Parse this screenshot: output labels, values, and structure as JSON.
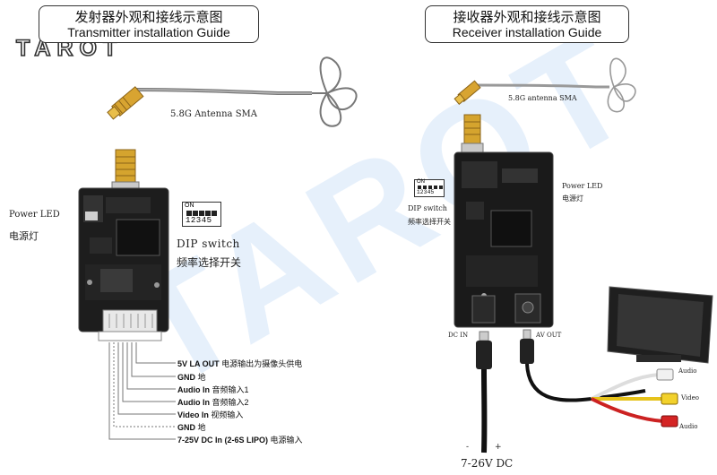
{
  "transmitter": {
    "title_cn": "发射器外观和接线示意图",
    "title_en": "Transmitter installation Guide",
    "antenna_label": "5.8G Antenna SMA",
    "power_led_en": "Power LED",
    "power_led_cn": "电源灯",
    "dip_on": "ON",
    "dip_numbers": "12345",
    "dip_switch_en": "DIP switch",
    "dip_switch_cn": "频率选择开关",
    "pins": [
      {
        "en": "5V LA OUT",
        "cn": "电源输出为摄像头供电"
      },
      {
        "en": "GND",
        "cn": "地"
      },
      {
        "en": "Audio In",
        "cn": "音频输入1"
      },
      {
        "en": "Audio In",
        "cn": "音频输入2"
      },
      {
        "en": "Video In",
        "cn": "视频输入"
      },
      {
        "en": "GND",
        "cn": "地"
      },
      {
        "en": "7-25V DC In (2-6S LIPO)",
        "cn": "电源输入"
      }
    ]
  },
  "receiver": {
    "title_cn": "接收器外观和接线示意图",
    "title_en": "Receiver installation Guide",
    "antenna_label": "5.8G antenna SMA",
    "power_led_en": "Power LED",
    "power_led_cn": "电源灯",
    "dip_on": "ON",
    "dip_numbers": "12345",
    "dip_switch_en": "DIP switch",
    "dip_switch_cn": "频率选择开关",
    "dc_in": "DC IN",
    "av_out": "AV OUT",
    "audio_label": "Audio",
    "video_label": "Video",
    "audio_label2": "Audio",
    "power_input": "7-26V DC",
    "polarity_minus": "-",
    "polarity_plus": "+"
  },
  "brand": {
    "logo": "TAROT",
    "watermark": "TAROT",
    "watermark_color": "#5096e1"
  }
}
